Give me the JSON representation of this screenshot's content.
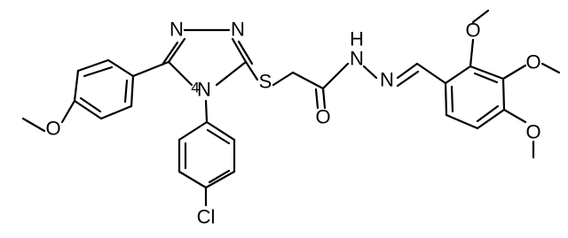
{
  "atoms": {
    "n_triazole_top_left": "N",
    "n_triazole_top_right": "N",
    "n_triazole_4": "N",
    "n_triazole_4_locant": "4",
    "sulfur": "S",
    "carbonyl_oxygen": "O",
    "hydrazide_nh": "N",
    "hydrazide_h": "H",
    "imine_n": "N",
    "methoxy_left_o": "O",
    "methoxy_top_o": "O",
    "methoxy_mid_o": "O",
    "methoxy_bottom_o": "O",
    "chlorine": "Cl"
  }
}
